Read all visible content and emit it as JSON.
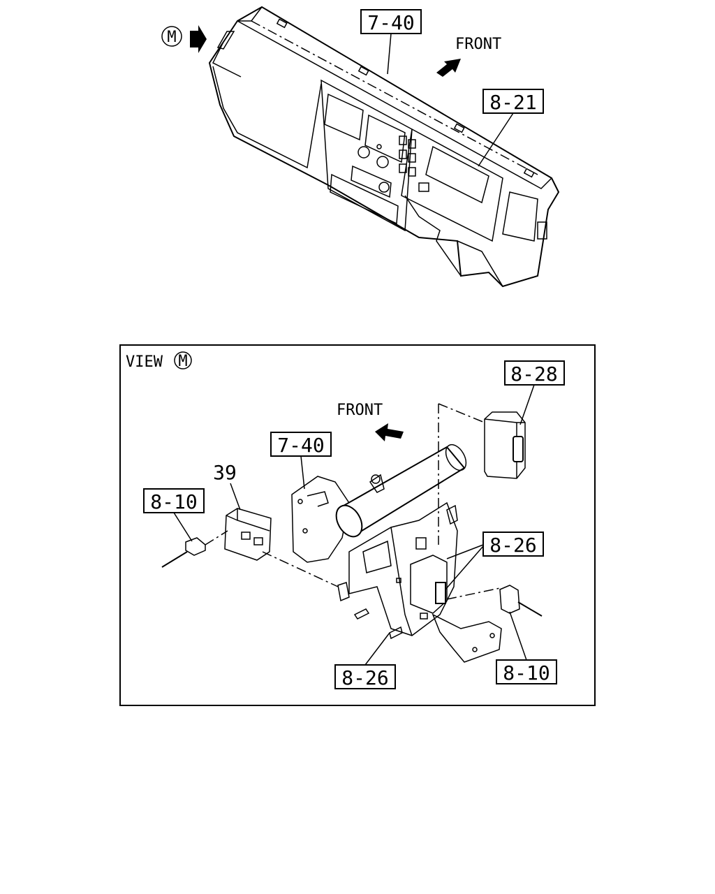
{
  "top_view": {
    "view_marker": "M",
    "front_label": "FRONT",
    "callouts": [
      "7-40",
      "8-21"
    ]
  },
  "view_m": {
    "title": "VIEW",
    "marker": "M",
    "front_label": "FRONT",
    "part_number": "39",
    "callouts": [
      "8-28",
      "7-40",
      "8-10",
      "8-26",
      "8-26",
      "8-10"
    ]
  }
}
